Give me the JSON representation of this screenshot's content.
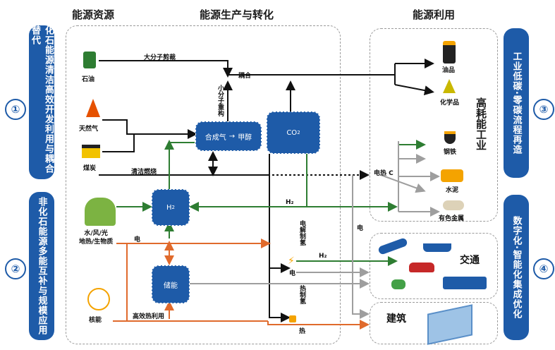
{
  "headers": {
    "resources": "能源资源",
    "production": "能源生产与转化",
    "utilization": "能源利用"
  },
  "side": {
    "left1": "化石能源清洁高效开发利用与耦合替代",
    "left2": "非化石能源多能互补与规模应用",
    "right3": "工业低碳·零碳流程再造",
    "right4": "数字化·智能化集成优化",
    "n1": "①",
    "n2": "②",
    "n3": "③",
    "n4": "④"
  },
  "resources": {
    "oil": "石油",
    "gas": "天然气",
    "coal": "煤炭",
    "renew": "水/风/光\n地热/生物质",
    "nuclear": "核能"
  },
  "process": {
    "macromol": "大分子剪裁",
    "coupling": "耦合",
    "restructure": "小分子重构",
    "syngas": "合成气",
    "methanol": "甲醇",
    "co2": "CO",
    "co2_sub": "2",
    "clean_burn": "清洁燃烧",
    "h2": "H",
    "h2_sub": "2",
    "storage": "储能",
    "elec": "电",
    "elec2": "电",
    "elec3": "电",
    "heat": "热",
    "hi_heat": "高效热利用",
    "h2_label": "H₂",
    "h2_label2": "H₂",
    "electrolysis": "电解制氢",
    "thermal_h2": "热制氢",
    "elec_heat_c": "电热 C"
  },
  "utilization": {
    "oil_products": "油品",
    "chemicals": "化学品",
    "steel": "钢铁",
    "cement": "水泥",
    "nonferrous": "有色金属",
    "heavy_industry": "高耗能工业",
    "transport": "交通",
    "building": "建筑"
  },
  "colors": {
    "black": "#111111",
    "green": "#2e7d32",
    "orange": "#e06a2c",
    "gray": "#9e9e9e",
    "blue": "#1e5ba8"
  }
}
